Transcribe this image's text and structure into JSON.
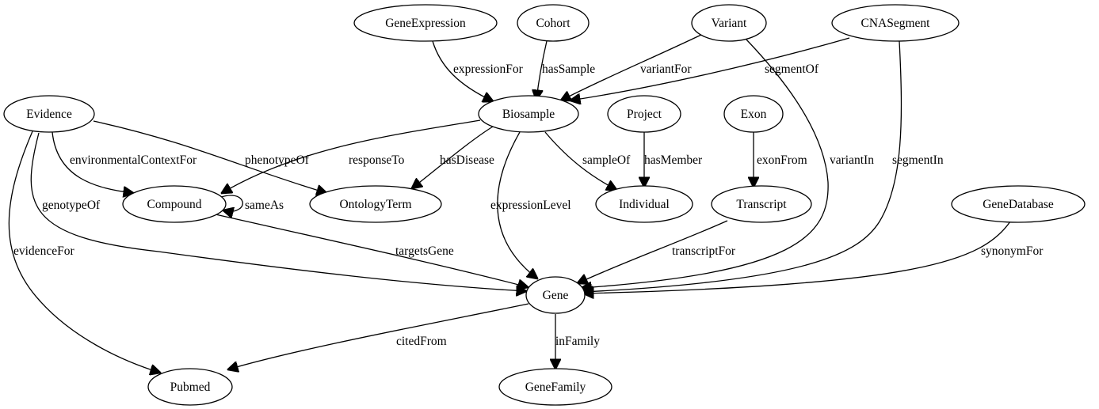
{
  "diagram": {
    "nodes": [
      {
        "id": "GeneExpression",
        "label": "GeneExpression"
      },
      {
        "id": "Cohort",
        "label": "Cohort"
      },
      {
        "id": "Variant",
        "label": "Variant"
      },
      {
        "id": "CNASegment",
        "label": "CNASegment"
      },
      {
        "id": "Evidence",
        "label": "Evidence"
      },
      {
        "id": "Biosample",
        "label": "Biosample"
      },
      {
        "id": "Project",
        "label": "Project"
      },
      {
        "id": "Exon",
        "label": "Exon"
      },
      {
        "id": "Compound",
        "label": "Compound"
      },
      {
        "id": "OntologyTerm",
        "label": "OntologyTerm"
      },
      {
        "id": "Individual",
        "label": "Individual"
      },
      {
        "id": "Transcript",
        "label": "Transcript"
      },
      {
        "id": "GeneDatabase",
        "label": "GeneDatabase"
      },
      {
        "id": "Gene",
        "label": "Gene"
      },
      {
        "id": "Pubmed",
        "label": "Pubmed"
      },
      {
        "id": "GeneFamily",
        "label": "GeneFamily"
      }
    ],
    "edges": [
      {
        "from": "GeneExpression",
        "to": "Biosample",
        "label": "expressionFor"
      },
      {
        "from": "Cohort",
        "to": "Biosample",
        "label": "hasSample"
      },
      {
        "from": "Variant",
        "to": "Biosample",
        "label": "variantFor"
      },
      {
        "from": "CNASegment",
        "to": "Biosample",
        "label": "segmentOf"
      },
      {
        "from": "Variant",
        "to": "Gene",
        "label": "variantIn"
      },
      {
        "from": "CNASegment",
        "to": "Gene",
        "label": "segmentIn"
      },
      {
        "from": "Evidence",
        "to": "Compound",
        "label": "environmentalContextFor"
      },
      {
        "from": "Evidence",
        "to": "OntologyTerm",
        "label": "phenotypeOf"
      },
      {
        "from": "Evidence",
        "to": "Gene",
        "label": "genotypeOf"
      },
      {
        "from": "Evidence",
        "to": "Pubmed",
        "label": "evidenceFor"
      },
      {
        "from": "Biosample",
        "to": "Compound",
        "label": "responseTo"
      },
      {
        "from": "Biosample",
        "to": "OntologyTerm",
        "label": "hasDisease"
      },
      {
        "from": "Biosample",
        "to": "Gene",
        "label": "expressionLevel"
      },
      {
        "from": "Biosample",
        "to": "Individual",
        "label": "sampleOf"
      },
      {
        "from": "Project",
        "to": "Individual",
        "label": "hasMember"
      },
      {
        "from": "Exon",
        "to": "Transcript",
        "label": "exonFrom"
      },
      {
        "from": "Compound",
        "to": "Compound",
        "label": "sameAs"
      },
      {
        "from": "Compound",
        "to": "Gene",
        "label": "targetsGene"
      },
      {
        "from": "Transcript",
        "to": "Gene",
        "label": "transcriptFor"
      },
      {
        "from": "GeneDatabase",
        "to": "Gene",
        "label": "synonymFor"
      },
      {
        "from": "Gene",
        "to": "Pubmed",
        "label": "citedFrom"
      },
      {
        "from": "Gene",
        "to": "GeneFamily",
        "label": "inFamily"
      }
    ]
  }
}
